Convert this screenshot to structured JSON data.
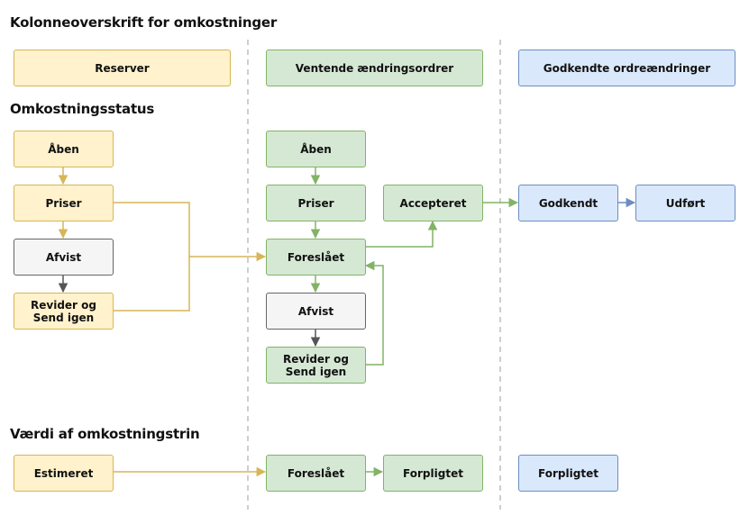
{
  "headings": {
    "columns": "Kolonneoverskrift for omkostninger",
    "status": "Omkostningsstatus",
    "value": "Værdi af omkostningstrin"
  },
  "columns": {
    "reserves": "Reserver",
    "pending": "Ventende ændringsordrer",
    "approved": "Godkendte ordreændringer"
  },
  "status_reserves": {
    "open": "Åben",
    "pricing": "Priser",
    "rejected": "Afvist",
    "revise": "Revider og\nSend igen"
  },
  "status_pending": {
    "open": "Åben",
    "pricing": "Priser",
    "accepted": "Accepteret",
    "proposed": "Foreslået",
    "rejected": "Afvist",
    "revise": "Revider og\nSend igen"
  },
  "status_approved": {
    "approved": "Godkendt",
    "executed": "Udført"
  },
  "value_steps": {
    "estimated": "Estimeret",
    "proposed": "Foreslået",
    "committed_pending": "Forpligtet",
    "committed_approved": "Forpligtet"
  },
  "colors": {
    "yellow_fill": "#fff2cc",
    "yellow_stroke": "#d6b656",
    "green_fill": "#d5e8d4",
    "green_stroke": "#82b366",
    "blue_fill": "#dae8fc",
    "blue_stroke": "#6c8ebf",
    "gray_fill": "#f5f5f5",
    "gray_stroke": "#666666",
    "divider": "#9e9e9e"
  }
}
